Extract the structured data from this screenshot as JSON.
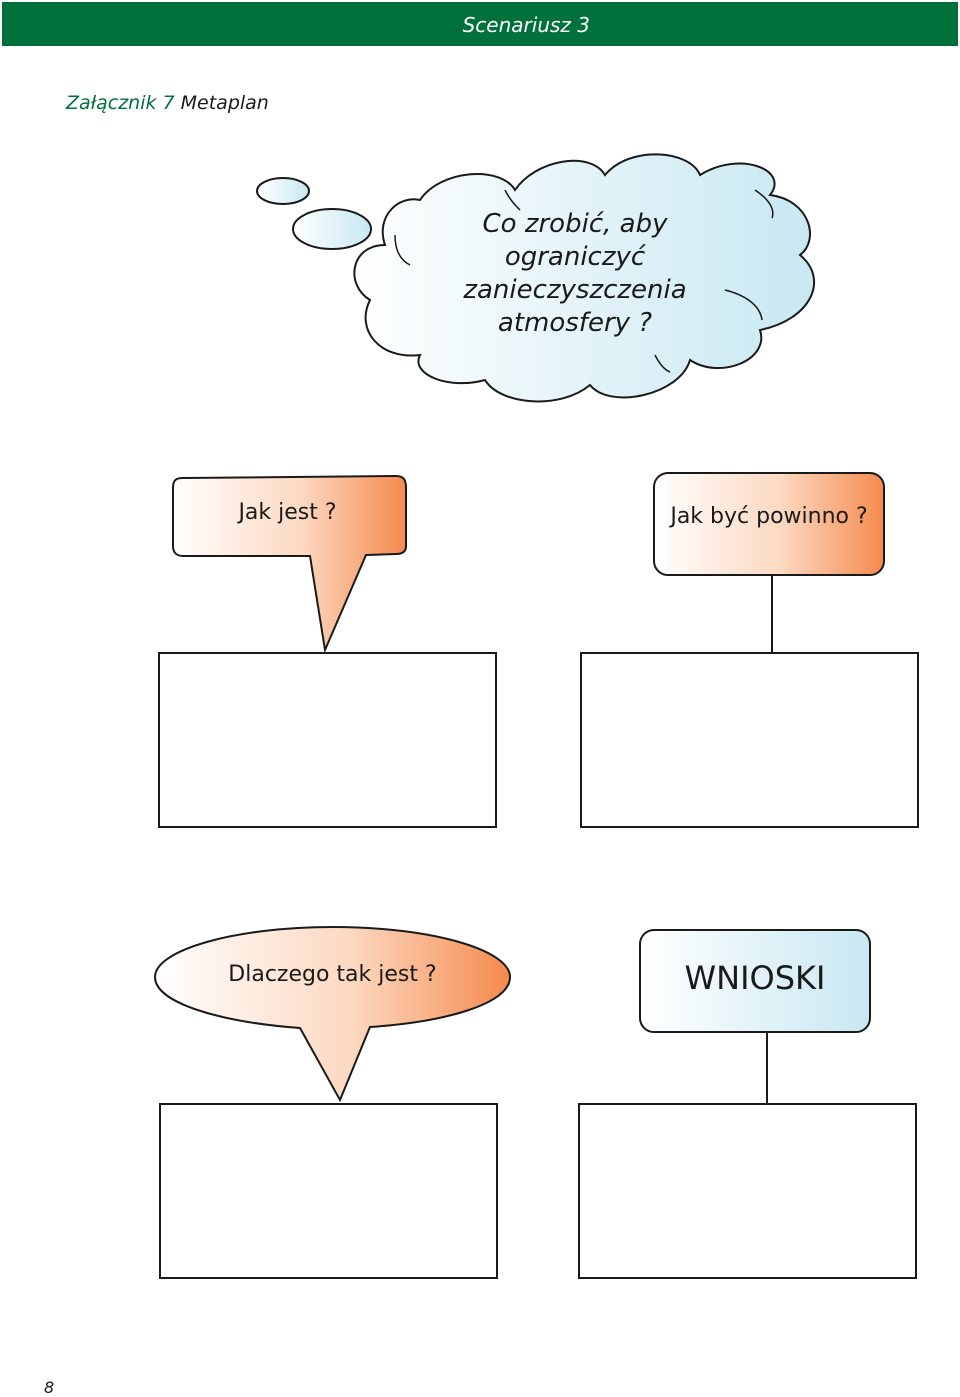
{
  "header": {
    "title": "Scenariusz 3",
    "color": "#00713a"
  },
  "annex": {
    "label": "Załącznik 7",
    "title": "Metaplan"
  },
  "cloud": {
    "lines": [
      "Co zrobić, aby",
      "ograniczyć",
      "zanieczyszczenia",
      "atmosfery ?"
    ]
  },
  "boxes": {
    "jak_jest": "Jak jest ?",
    "jak_byc": "Jak być powinno ?",
    "dlaczego": "Dlaczego tak jest ?",
    "wnioski": "WNIOSKI"
  },
  "colors": {
    "orange": "#f58a4e",
    "light_blue": "#c8e8f2"
  },
  "footer": {
    "page_number": "8"
  }
}
